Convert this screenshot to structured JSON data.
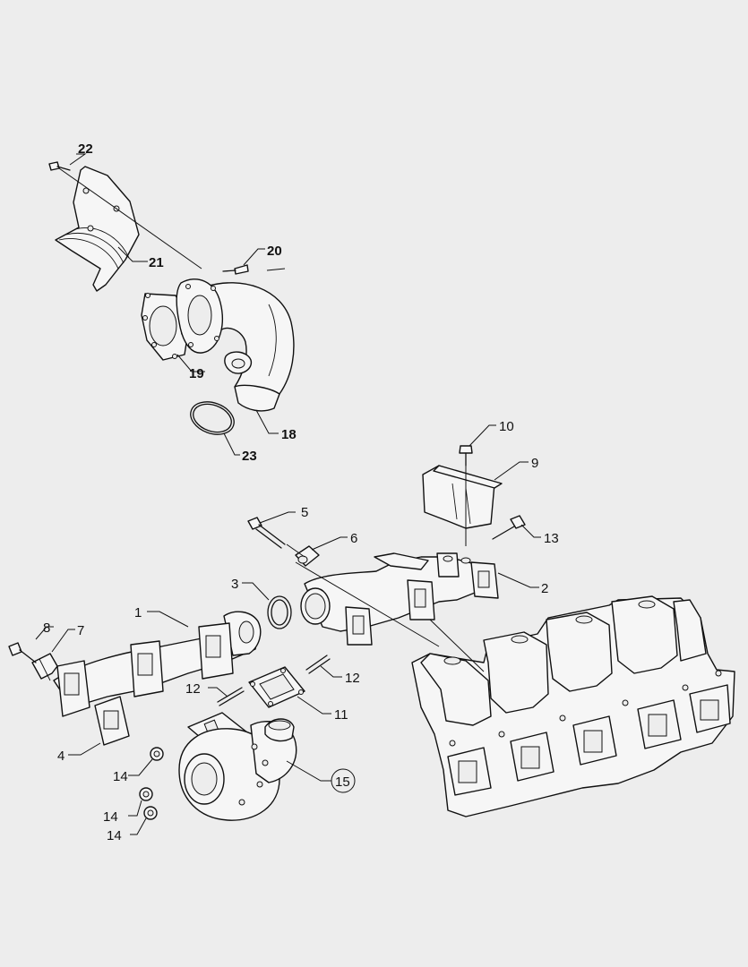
{
  "labels": {
    "p1": "1",
    "p2": "2",
    "p3": "3",
    "p4": "4",
    "p5": "5",
    "p6": "6",
    "p7": "7",
    "p8": "8",
    "p9": "9",
    "p10": "10",
    "p11": "11",
    "p12a": "12",
    "p12b": "12",
    "p13": "13",
    "p14a": "14",
    "p14b": "14",
    "p14c": "14",
    "p15": "15",
    "p18": "18",
    "p19": "19",
    "p20": "20",
    "p21": "21",
    "p22": "22",
    "p23": "23"
  }
}
